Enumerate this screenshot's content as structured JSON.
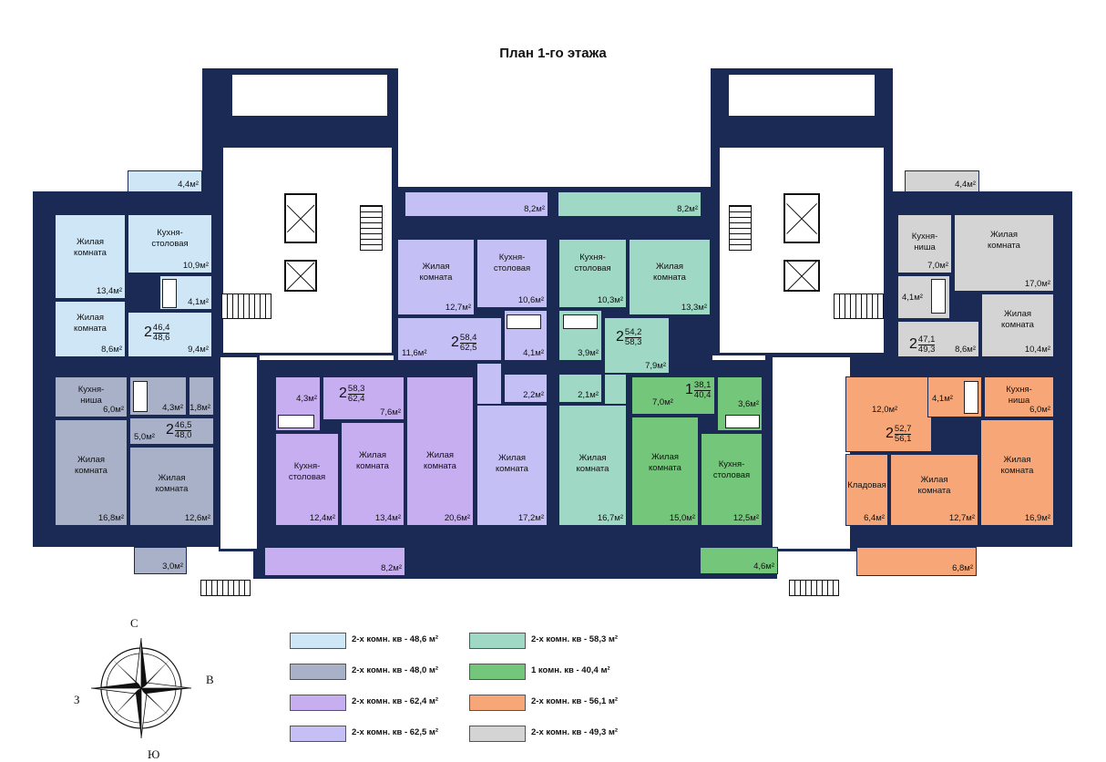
{
  "title": "План 1-го этажа",
  "colors": {
    "light_blue": "#cfe6f7",
    "grey_blue": "#a9b1c9",
    "purple": "#c6aef0",
    "lavender": "#c4c0f5",
    "teal": "#9fd8c4",
    "green": "#74c77a",
    "orange": "#f7a677",
    "grey": "#d4d4d4",
    "wall": "#1a2a55"
  },
  "rooms": {
    "a1_living1": {
      "name": "Жилая\nкомната",
      "area": "13,4м²"
    },
    "a1_kitchen": {
      "name": "Кухня-\nстоловая",
      "area": "10,9м²"
    },
    "a1_living2": {
      "name": "Жилая\nкомната",
      "area": "8,6м²"
    },
    "a1_bath": {
      "area": "4,1м²"
    },
    "a1_hall": {
      "area": "9,4м²"
    },
    "a1_balcony": {
      "area": "4,4м²"
    },
    "a2_kitchen": {
      "name": "Кухня-\nниша",
      "area": "6,0м²"
    },
    "a2_bath1": {
      "area": "4,3м²"
    },
    "a2_bath2": {
      "area": "1,8м²"
    },
    "a2_hall": {
      "area": "5,0м²"
    },
    "a2_living1": {
      "name": "Жилая\nкомната",
      "area": "16,8м²"
    },
    "a2_living2": {
      "name": "Жилая\nкомната",
      "area": "12,6м²"
    },
    "a2_balcony": {
      "area": "3,0м²"
    },
    "a3_bath": {
      "area": "4,3м²"
    },
    "a3_hall": {
      "area": "7,6м²"
    },
    "a3_kitchen": {
      "name": "Кухня-\nстоловая",
      "area": "12,4м²"
    },
    "a3_living1": {
      "name": "Жилая\nкомната",
      "area": "13,4м²"
    },
    "a3_living2": {
      "name": "Жилая\nкомната",
      "area": "20,6м²"
    },
    "a3_balcony": {
      "area": "8,2м²"
    },
    "a4_living1": {
      "name": "Жилая\nкомната",
      "area": "12,7м²"
    },
    "a4_kitchen": {
      "name": "Кухня-\nстоловая",
      "area": "10,6м²"
    },
    "a4_hall": {
      "area": "11,6м²"
    },
    "a4_bath1": {
      "area": "4,1м²"
    },
    "a4_bath2": {
      "area": "2,2м²"
    },
    "a4_living2": {
      "name": "Жилая\nкомната",
      "area": "17,2м²"
    },
    "a4_balcony": {
      "area": "8,2м²"
    },
    "a5_kitchen": {
      "name": "Кухня-\nстоловая",
      "area": "10,3м²"
    },
    "a5_living1": {
      "name": "Жилая\nкомната",
      "area": "13,3м²"
    },
    "a5_bath1": {
      "area": "3,9м²"
    },
    "a5_hall": {
      "area": "7,9м²"
    },
    "a5_bath2": {
      "area": "2,1м²"
    },
    "a5_living2": {
      "name": "Жилая\nкомната",
      "area": "16,7м²"
    },
    "a5_balcony": {
      "area": "8,2м²"
    },
    "a6_hall": {
      "area": "7,0м²"
    },
    "a6_bath": {
      "area": "3,6м²"
    },
    "a6_living": {
      "name": "Жилая\nкомната",
      "area": "15,0м²"
    },
    "a6_kitchen": {
      "name": "Кухня-\nстоловая",
      "area": "12,5м²"
    },
    "a6_balcony": {
      "area": "4,6м²"
    },
    "a7_hall": {
      "area": "12,0м²"
    },
    "a7_bath": {
      "area": "4,1м²"
    },
    "a7_kitchen": {
      "name": "Кухня-\nниша",
      "area": "6,0м²"
    },
    "a7_storage": {
      "name": "Кладовая",
      "area": "6,4м²"
    },
    "a7_living1": {
      "name": "Жилая\nкомната",
      "area": "12,7м²"
    },
    "a7_living2": {
      "name": "Жилая\nкомната",
      "area": "16,9м²"
    },
    "a7_balcony": {
      "area": "6,8м²"
    },
    "a8_kitchen": {
      "name": "Кухня-\nниша",
      "area": "7,0м²"
    },
    "a8_living1": {
      "name": "Жилая\nкомната",
      "area": "17,0м²"
    },
    "a8_bath": {
      "area": "4,1м²"
    },
    "a8_hall": {
      "area": "8,6м²"
    },
    "a8_living2": {
      "name": "Жилая\nкомната",
      "area": "10,4м²"
    },
    "a8_balcony": {
      "area": "4,4м²"
    }
  },
  "apartments": {
    "a1": {
      "rooms": "2",
      "living": "46,4",
      "total": "48,6"
    },
    "a2": {
      "rooms": "2",
      "living": "46,5",
      "total": "48,0"
    },
    "a3": {
      "rooms": "2",
      "living": "58,3",
      "total": "62,4"
    },
    "a4": {
      "rooms": "2",
      "living": "58,4",
      "total": "62,5"
    },
    "a5": {
      "rooms": "2",
      "living": "54,2",
      "total": "58,3"
    },
    "a6": {
      "rooms": "1",
      "living": "38,1",
      "total": "40,4"
    },
    "a7": {
      "rooms": "2",
      "living": "52,7",
      "total": "56,1"
    },
    "a8": {
      "rooms": "2",
      "living": "47,1",
      "total": "49,3"
    }
  },
  "legend": [
    {
      "label": "2-х комн. кв - 48,6 м²",
      "color": "#cfe6f7"
    },
    {
      "label": "2-х комн. кв - 48,0 м²",
      "color": "#a9b1c9"
    },
    {
      "label": "2-х комн. кв - 62,4 м²",
      "color": "#c6aef0"
    },
    {
      "label": "2-х комн. кв - 62,5 м²",
      "color": "#c4c0f5"
    },
    {
      "label": "2-х комн. кв - 58,3 м²",
      "color": "#9fd8c4"
    },
    {
      "label": "1 комн. кв - 40,4 м²",
      "color": "#74c77a"
    },
    {
      "label": "2-х комн. кв - 56,1 м²",
      "color": "#f7a677"
    },
    {
      "label": "2-х комн. кв - 49,3 м²",
      "color": "#d4d4d4"
    }
  ],
  "compass": {
    "north": "С",
    "east": "В",
    "west": "З",
    "south": "Ю"
  }
}
